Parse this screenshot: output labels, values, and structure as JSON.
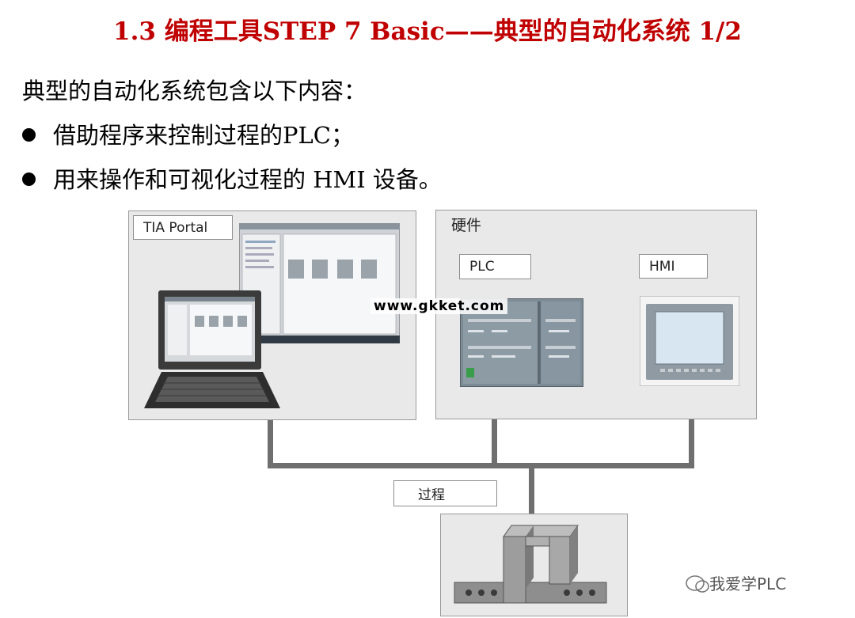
{
  "slide": {
    "title": "1.3  编程工具STEP 7 Basic——典型的自动化系统  1/2",
    "intro": "典型的自动化系统包含以下内容：",
    "bullets": [
      "借助程序来控制过程的PLC；",
      "用来操作和可视化过程的 HMI 设备。"
    ]
  },
  "diagram": {
    "software_label": "TIA Portal",
    "hardware_label": "硬件",
    "plc_label": "PLC",
    "hmi_label": "HMI",
    "process_label": "过程"
  },
  "watermark": {
    "url": "www.gkket.com",
    "brand": "我爱学PLC"
  },
  "colors": {
    "title": "#c00000",
    "panel": "#e9e9e9",
    "pipe": "#6f6f6f"
  }
}
